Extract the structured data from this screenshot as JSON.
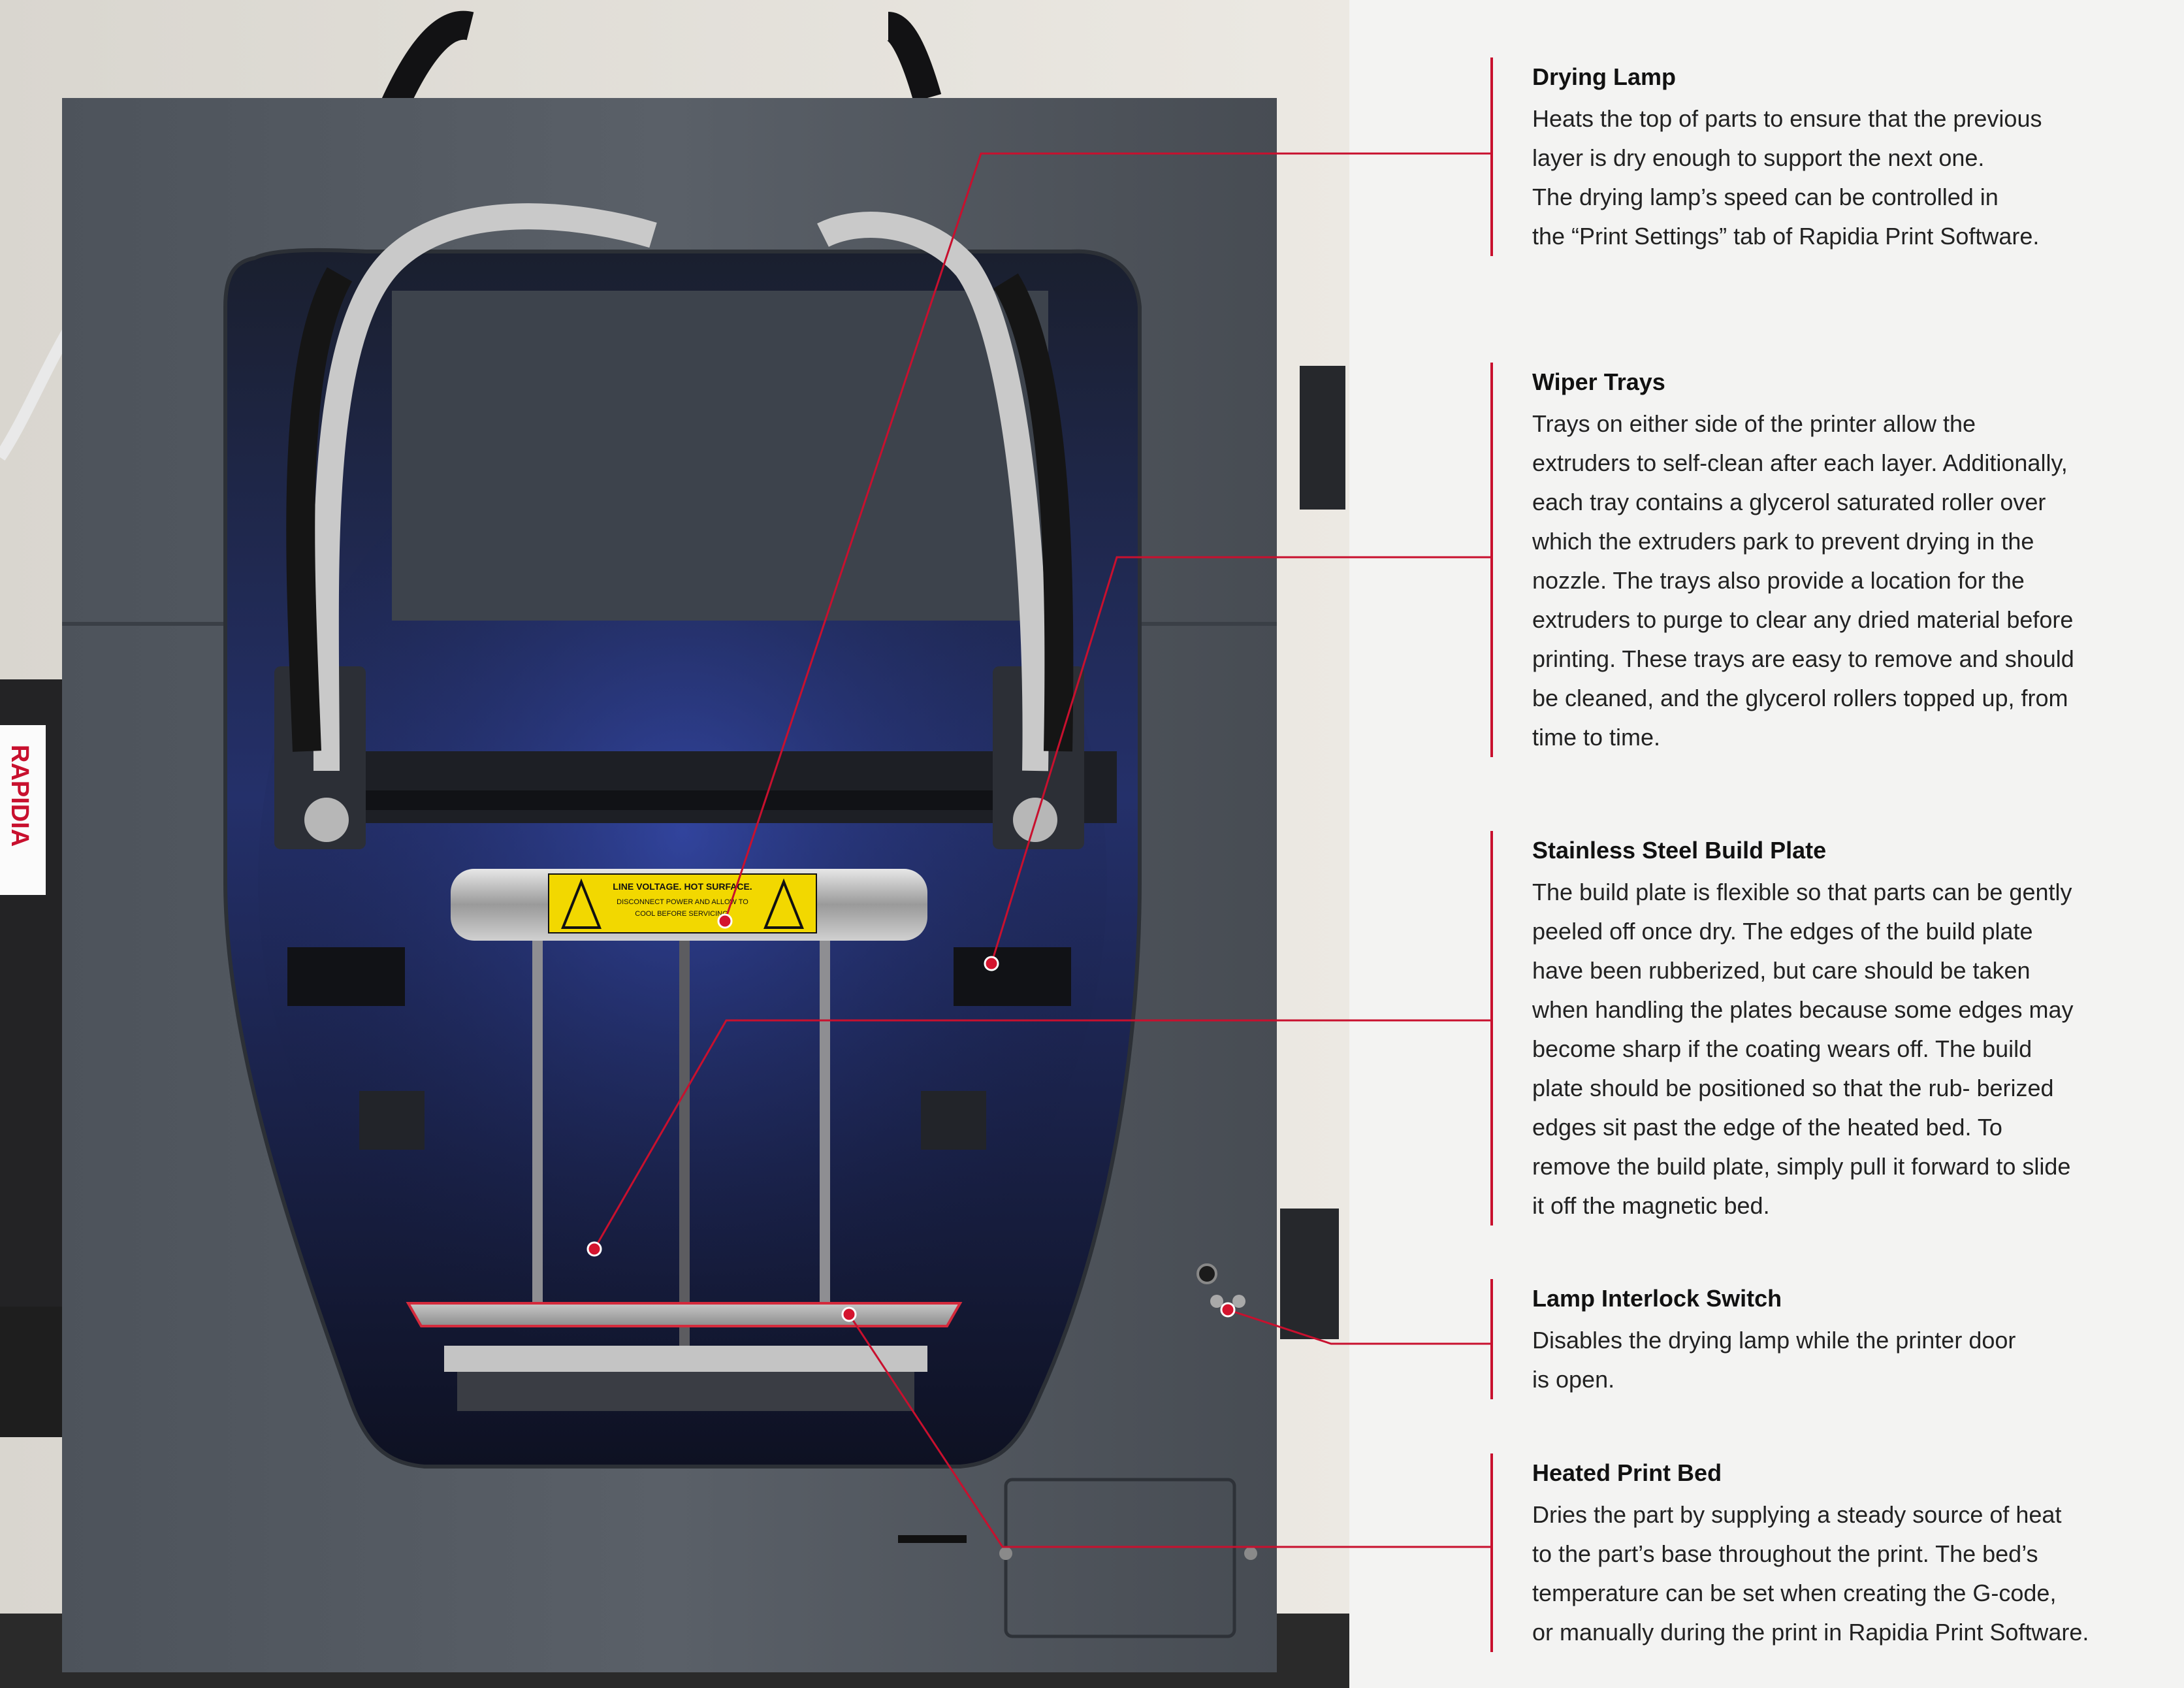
{
  "image_alt": "Rapidia 3D printer front view",
  "side_label": "RAPIDIA",
  "warning_label": {
    "title": "LINE VOLTAGE. HOT SURFACE.",
    "line2": "DISCONNECT POWER AND ALLOW TO",
    "line3": "COOL BEFORE SERVICING."
  },
  "accent_color": "#c8102e",
  "callouts": [
    {
      "title": "Drying Lamp",
      "lines": [
        "Heats the top of parts to ensure that the previous",
        "layer is dry enough to support the next one.",
        "The drying lamp’s speed can be controlled in",
        "the “Print Settings” tab of Rapidia Print Software."
      ]
    },
    {
      "title": "Wiper Trays",
      "lines": [
        "Trays on either side of the printer allow the",
        "extruders to self-clean after each layer. Additionally,",
        "each tray contains a glycerol saturated roller over",
        "which the extruders park to prevent drying in the",
        "nozzle. The trays also provide a location for the",
        "extruders to purge to clear any dried material before",
        "printing. These trays are easy to remove and should",
        "be cleaned, and the glycerol rollers topped up, from",
        "time to time."
      ]
    },
    {
      "title": "Stainless Steel Build Plate",
      "lines": [
        "The build plate is flexible so that parts can be gently",
        "peeled off once dry. The edges of the build plate",
        "have been rubberized, but care should be taken",
        "when handling the plates because some edges may",
        "become sharp if  the coating wears off. The build",
        "plate should be positioned so that the rub- berized",
        "edges sit past the edge of the heated bed. To",
        "remove the build plate, simply pull it forward to slide",
        "it off the magnetic bed."
      ]
    },
    {
      "title": "Lamp Interlock Switch",
      "lines": [
        "Disables the drying lamp while the printer door",
        "is open."
      ]
    },
    {
      "title": "Heated Print Bed",
      "lines": [
        "Dries the part by supplying a steady source of heat",
        "to the part’s base throughout the print. The bed’s",
        "temperature can be set when creating the G-code,",
        "or manually during the print in Rapidia Print Software."
      ]
    }
  ]
}
